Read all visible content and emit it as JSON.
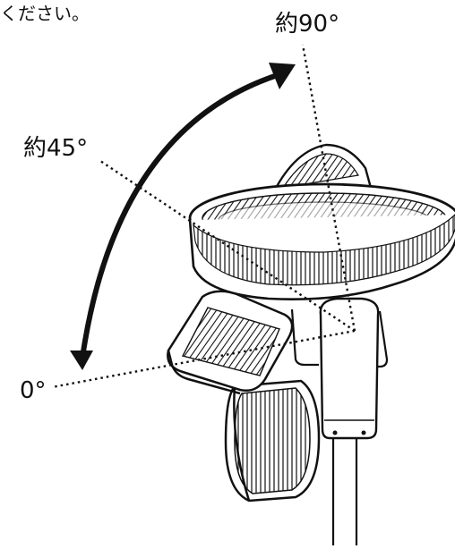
{
  "caption": "ください。",
  "angles": {
    "deg90": "約90°",
    "deg45": "約45°",
    "deg0": "0°"
  },
  "colors": {
    "line": "#111111",
    "background": "#ffffff"
  }
}
